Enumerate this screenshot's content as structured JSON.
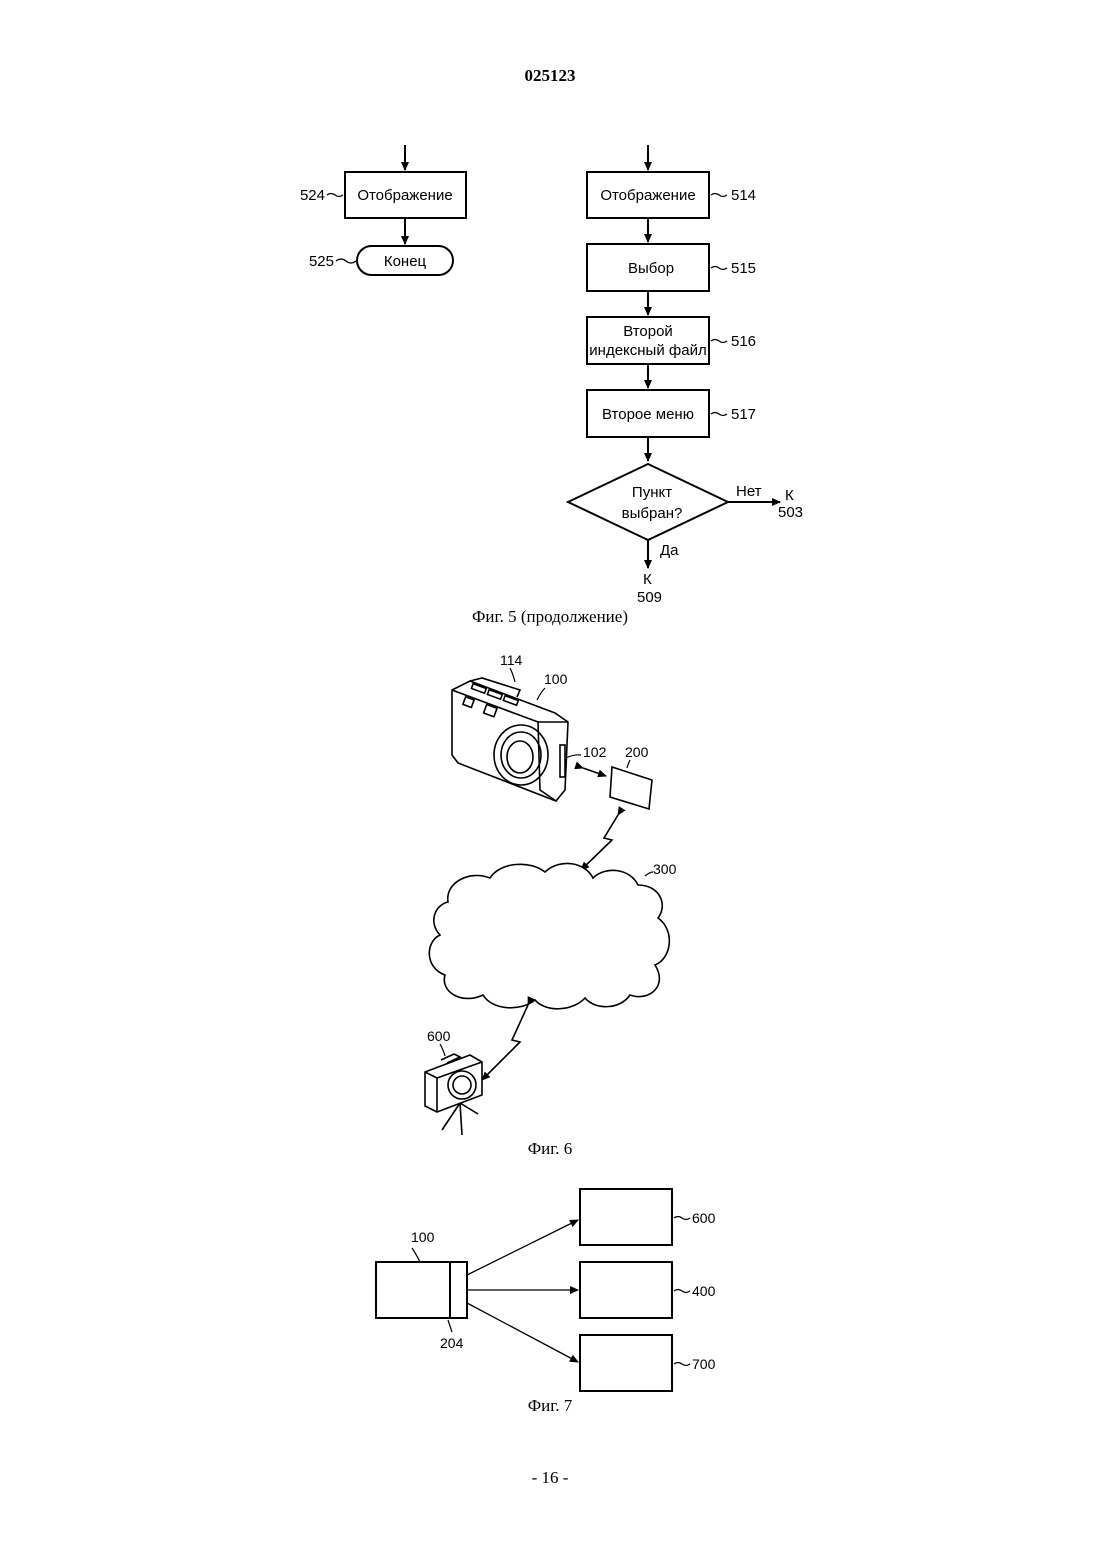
{
  "header": {
    "doc_number": "025123"
  },
  "fig5": {
    "nodes": {
      "n524": {
        "label": "Отображение",
        "ref": "524"
      },
      "n525": {
        "label": "Конец",
        "ref": "525"
      },
      "n514": {
        "label": "Отображение",
        "ref": "514"
      },
      "n515": {
        "label": "Выбор",
        "ref": "515"
      },
      "n516": {
        "label_line1": "Второй",
        "label_line2": "индексный файл",
        "ref": "516"
      },
      "n517": {
        "label": "Второе меню",
        "ref": "517"
      },
      "decision": {
        "line1": "Пункт",
        "line2": "выбран?"
      }
    },
    "branches": {
      "no_label": "Нет",
      "no_target_k": "К",
      "no_target_num": "503",
      "yes_label": "Да",
      "yes_target_k": "К",
      "yes_target_num": "509"
    },
    "caption": "Фиг. 5 (продолжение)"
  },
  "fig6": {
    "refs": {
      "r114": "114",
      "r100": "100",
      "r102": "102",
      "r200": "200",
      "r300": "300",
      "r600": "600"
    },
    "caption": "Фиг. 6"
  },
  "fig7": {
    "refs": {
      "r100": "100",
      "r204": "204",
      "r600": "600",
      "r400": "400",
      "r700": "700"
    },
    "caption": "Фиг. 7"
  },
  "footer": {
    "page_number": "- 16 -"
  }
}
